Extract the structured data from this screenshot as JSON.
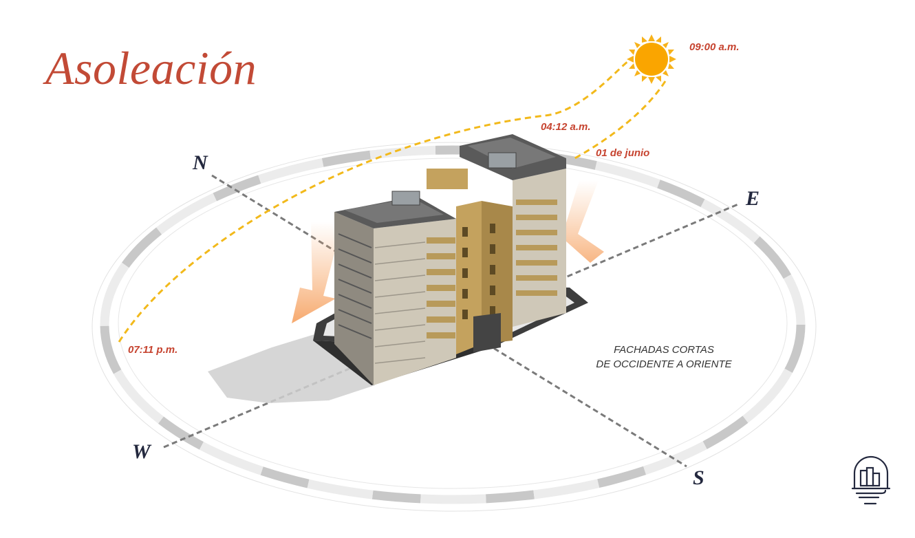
{
  "title": "Asoleación",
  "sun": {
    "sunrise_time": "04:12 a.m.",
    "current_time": "09:00 a.m.",
    "sunset_time": "07:11 p.m.",
    "date": "01 de junio"
  },
  "compass": {
    "north": "N",
    "east": "E",
    "south": "S",
    "west": "W"
  },
  "note_lines": [
    "FACHADAS CORTAS",
    "DE OCCIDENTE A ORIENTE"
  ],
  "colors": {
    "title": "#c24a36",
    "time_labels": "#c6432f",
    "sun_path": "#f2b91b",
    "sun": "#f7a800",
    "compass_letters": "#23283e",
    "ring": "#c9c9c9",
    "facade_accent": "#b89a5a"
  },
  "icons": [
    "sun-icon",
    "brand-logo-icon"
  ]
}
